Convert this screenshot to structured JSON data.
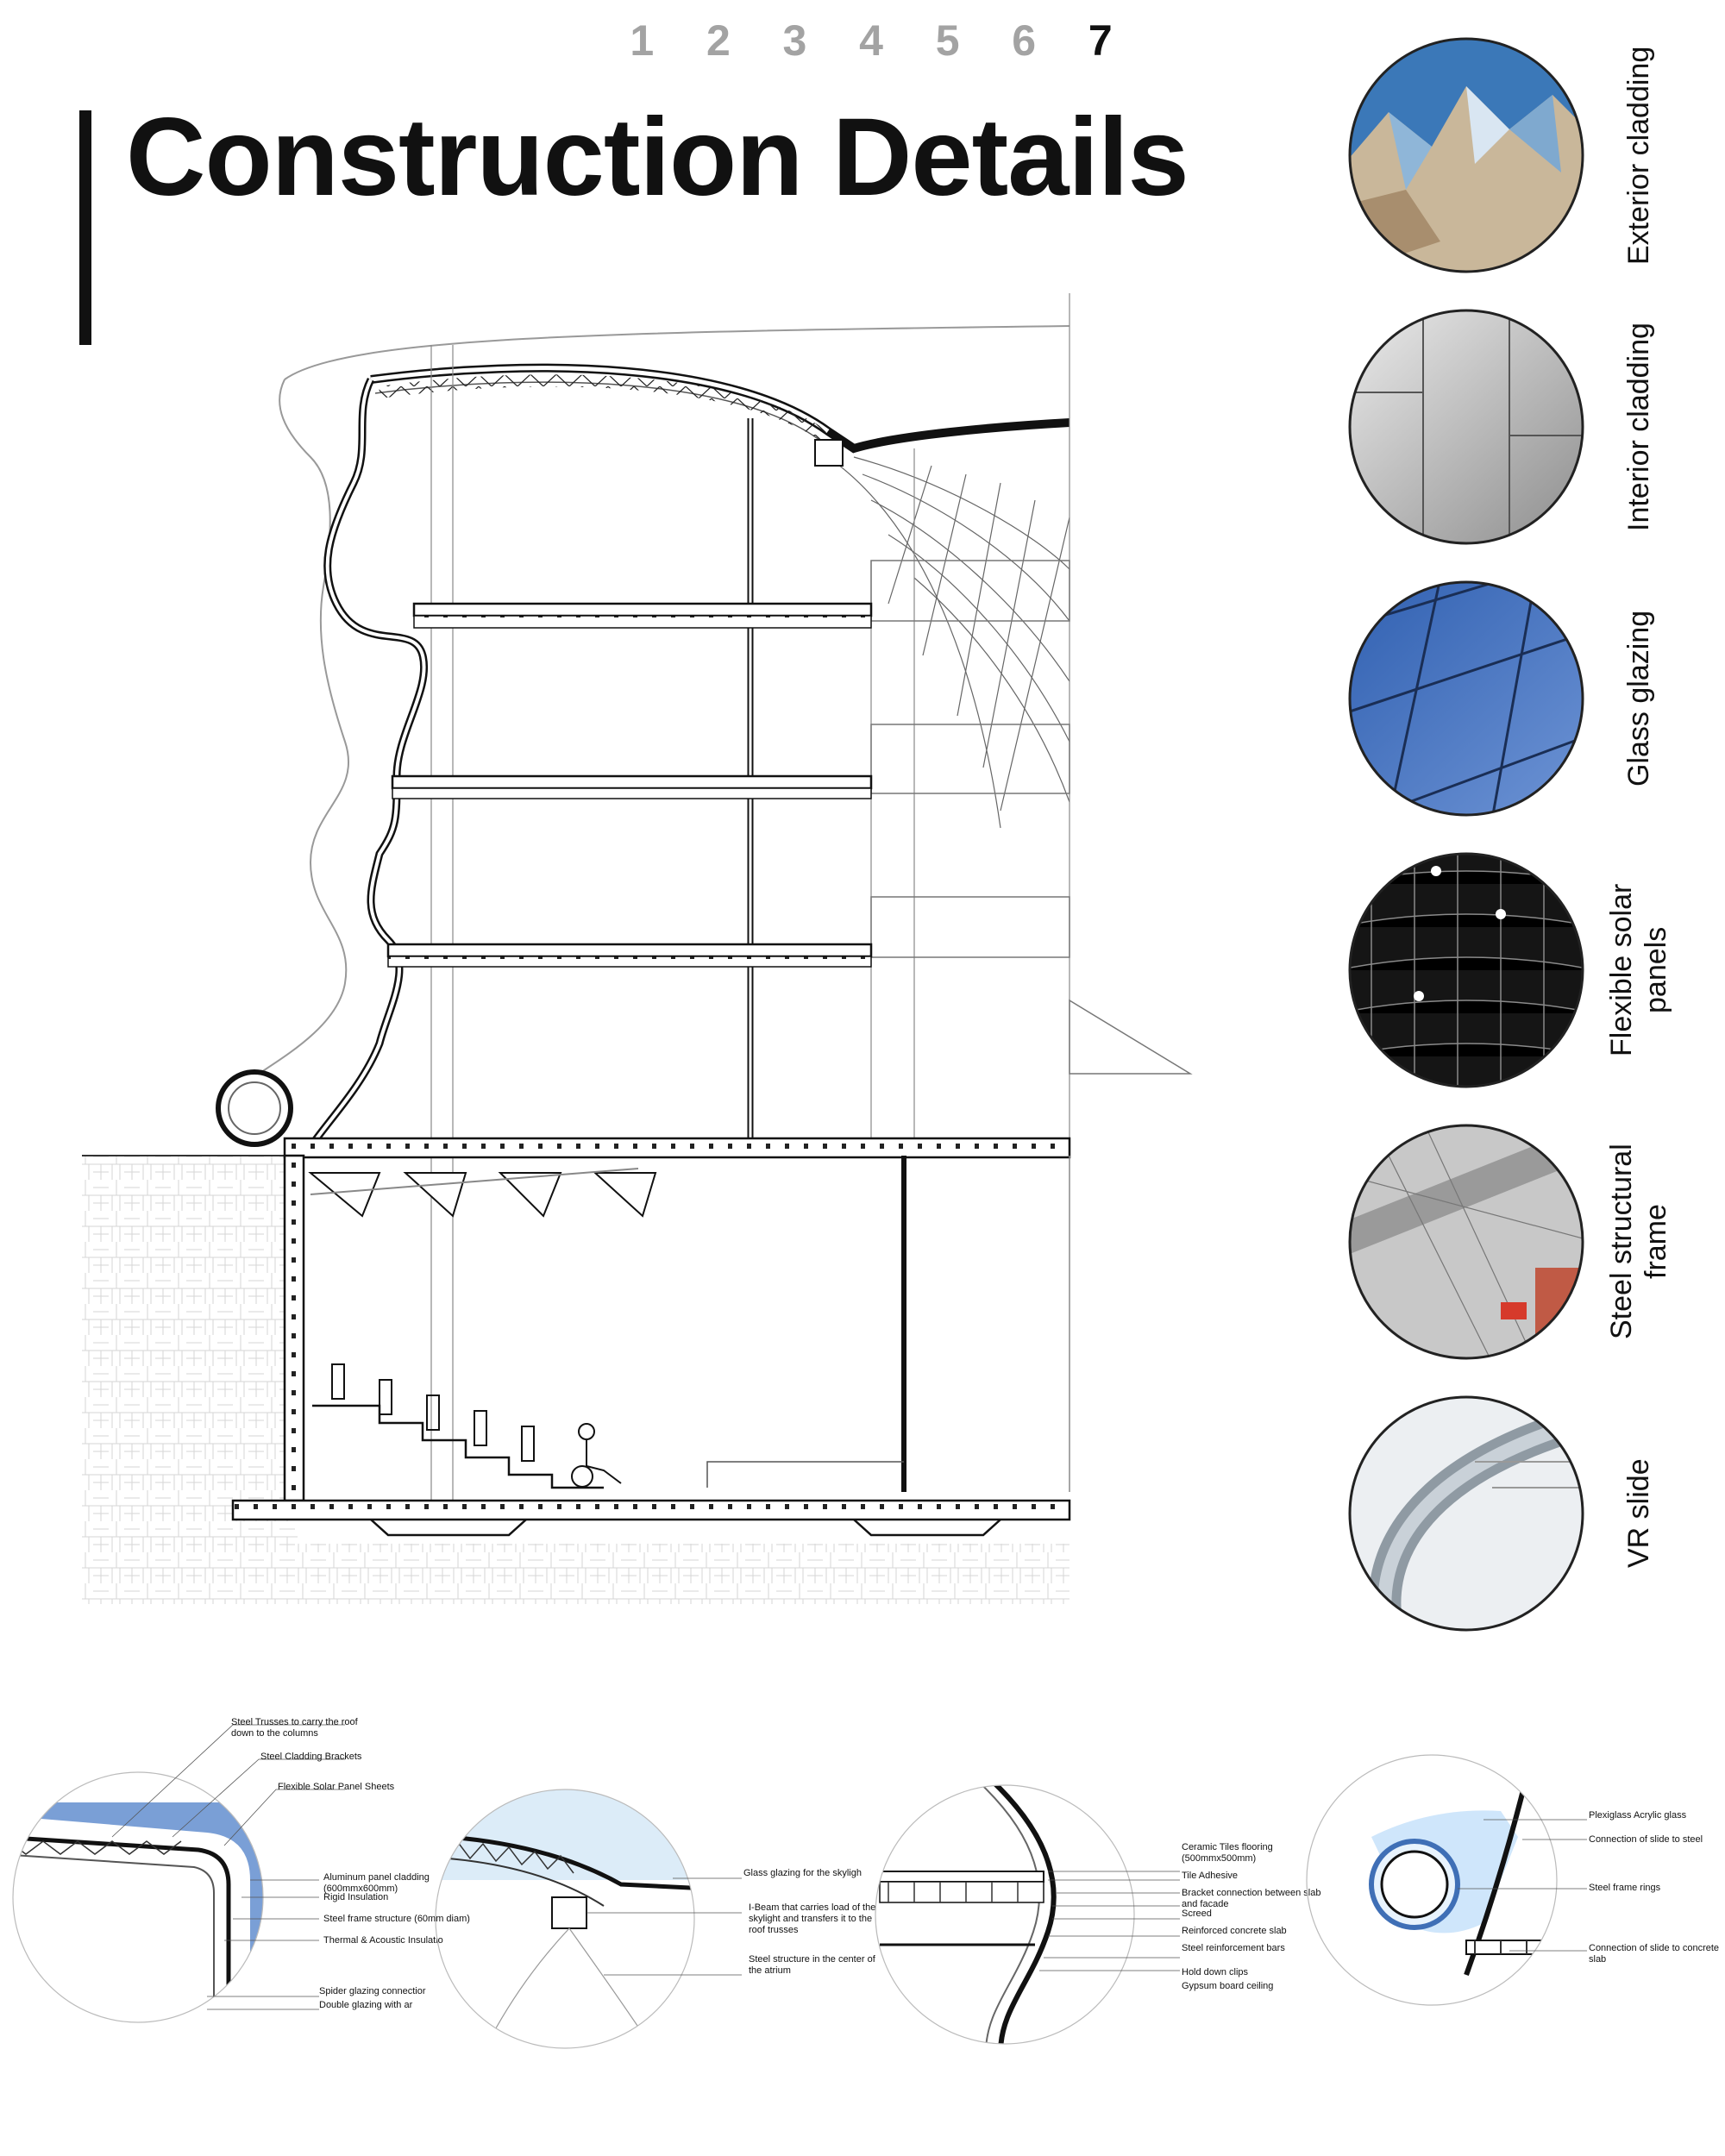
{
  "pages": [
    "1",
    "2",
    "3",
    "4",
    "5",
    "6",
    "7"
  ],
  "active_page": "7",
  "title": "Construction Details",
  "materials": [
    {
      "label": "Exterior cladding",
      "icon": "exterior-cladding-photo"
    },
    {
      "label": "Interior cladding",
      "icon": "interior-cladding-photo"
    },
    {
      "label": "Glass glazing",
      "icon": "glass-glazing-photo"
    },
    {
      "label": "Flexible solar panels",
      "icon": "solar-panel-photo"
    },
    {
      "label": "Steel structural frame",
      "icon": "steel-frame-photo"
    },
    {
      "label": "VR slide",
      "icon": "vr-slide-photo"
    }
  ],
  "details": {
    "roof_edge": {
      "trusses": "Steel Trusses to carry the roof down to the columns",
      "brackets": "Steel Cladding Brackets",
      "solar": "Flexible Solar Panel Sheets",
      "aluminum": "Aluminum panel cladding (600mmx600mm)",
      "rigid": "Rigid Insulation",
      "frame": "Steel frame structure (60mm diam)",
      "thermal": "Thermal & Acoustic Insulatio",
      "spider": "Spider glazing connectior",
      "double": "Double glazing with ar"
    },
    "skylight": {
      "glass": "Glass glazing for the skyligh",
      "ibeam": "I-Beam that carries load of the skylight and transfers it to the roof trusses",
      "steel": "Steel structure in the center of the atrium"
    },
    "slab": {
      "tiles": "Ceramic Tiles flooring (500mmx500mm)",
      "adhesive": "Tile Adhesive",
      "bracket": "Bracket connection between slab and facade",
      "screed": "Screed",
      "concrete": "Reinforced concrete slab",
      "bars": "Steel reinforcement bars",
      "clips": "Hold down clips",
      "gypsum": "Gypsum board ceiling"
    },
    "slide": {
      "plexi": "Plexiglass Acrylic glass",
      "conn_steel": "Connection of slide to steel",
      "rings": "Steel frame rings",
      "conn_slab": "Connection of slide to concrete slab"
    }
  }
}
